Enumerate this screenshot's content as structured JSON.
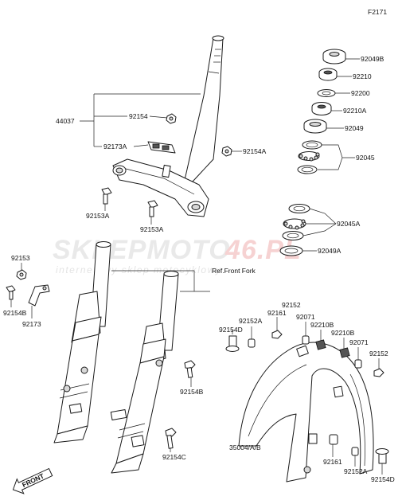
{
  "figure_code": "F2171",
  "watermark": {
    "brand_left": "SKLEPMOTO",
    "brand_right": "46.PL",
    "tagline": "internetowy sklep motocyklowy"
  },
  "labels": {
    "p92049B": "92049B",
    "p92210": "92210",
    "p92200": "92200",
    "p92210A": "92210A",
    "p92049": "92049",
    "p92045": "92045",
    "p44037": "44037",
    "p92154": "92154",
    "p92173A": "92173A",
    "p92154A": "92154A",
    "p92153A_a": "92153A",
    "p92153A_b": "92153A",
    "p92045A": "92045A",
    "p92049A": "92049A",
    "ref_front_fork": "Ref.Front Fork",
    "p92153": "92153",
    "p92154B_a": "92154B",
    "p92173": "92173",
    "p92152_top": "92152",
    "p92152A_top": "92152A",
    "p92161_top": "92161",
    "p92071_top": "92071",
    "p92210B_a": "92210B",
    "p92154D_top": "92154D",
    "p92210B_b": "92210B",
    "p92071_right": "92071",
    "p92152_right": "92152",
    "p92154B_b": "92154B",
    "p35004": "35004/A/B",
    "p92154C": "92154C",
    "p92161_bottom": "92161",
    "p92152A_bottom": "92152A",
    "p92154D_bottom": "92154D",
    "front": "FRONT"
  }
}
